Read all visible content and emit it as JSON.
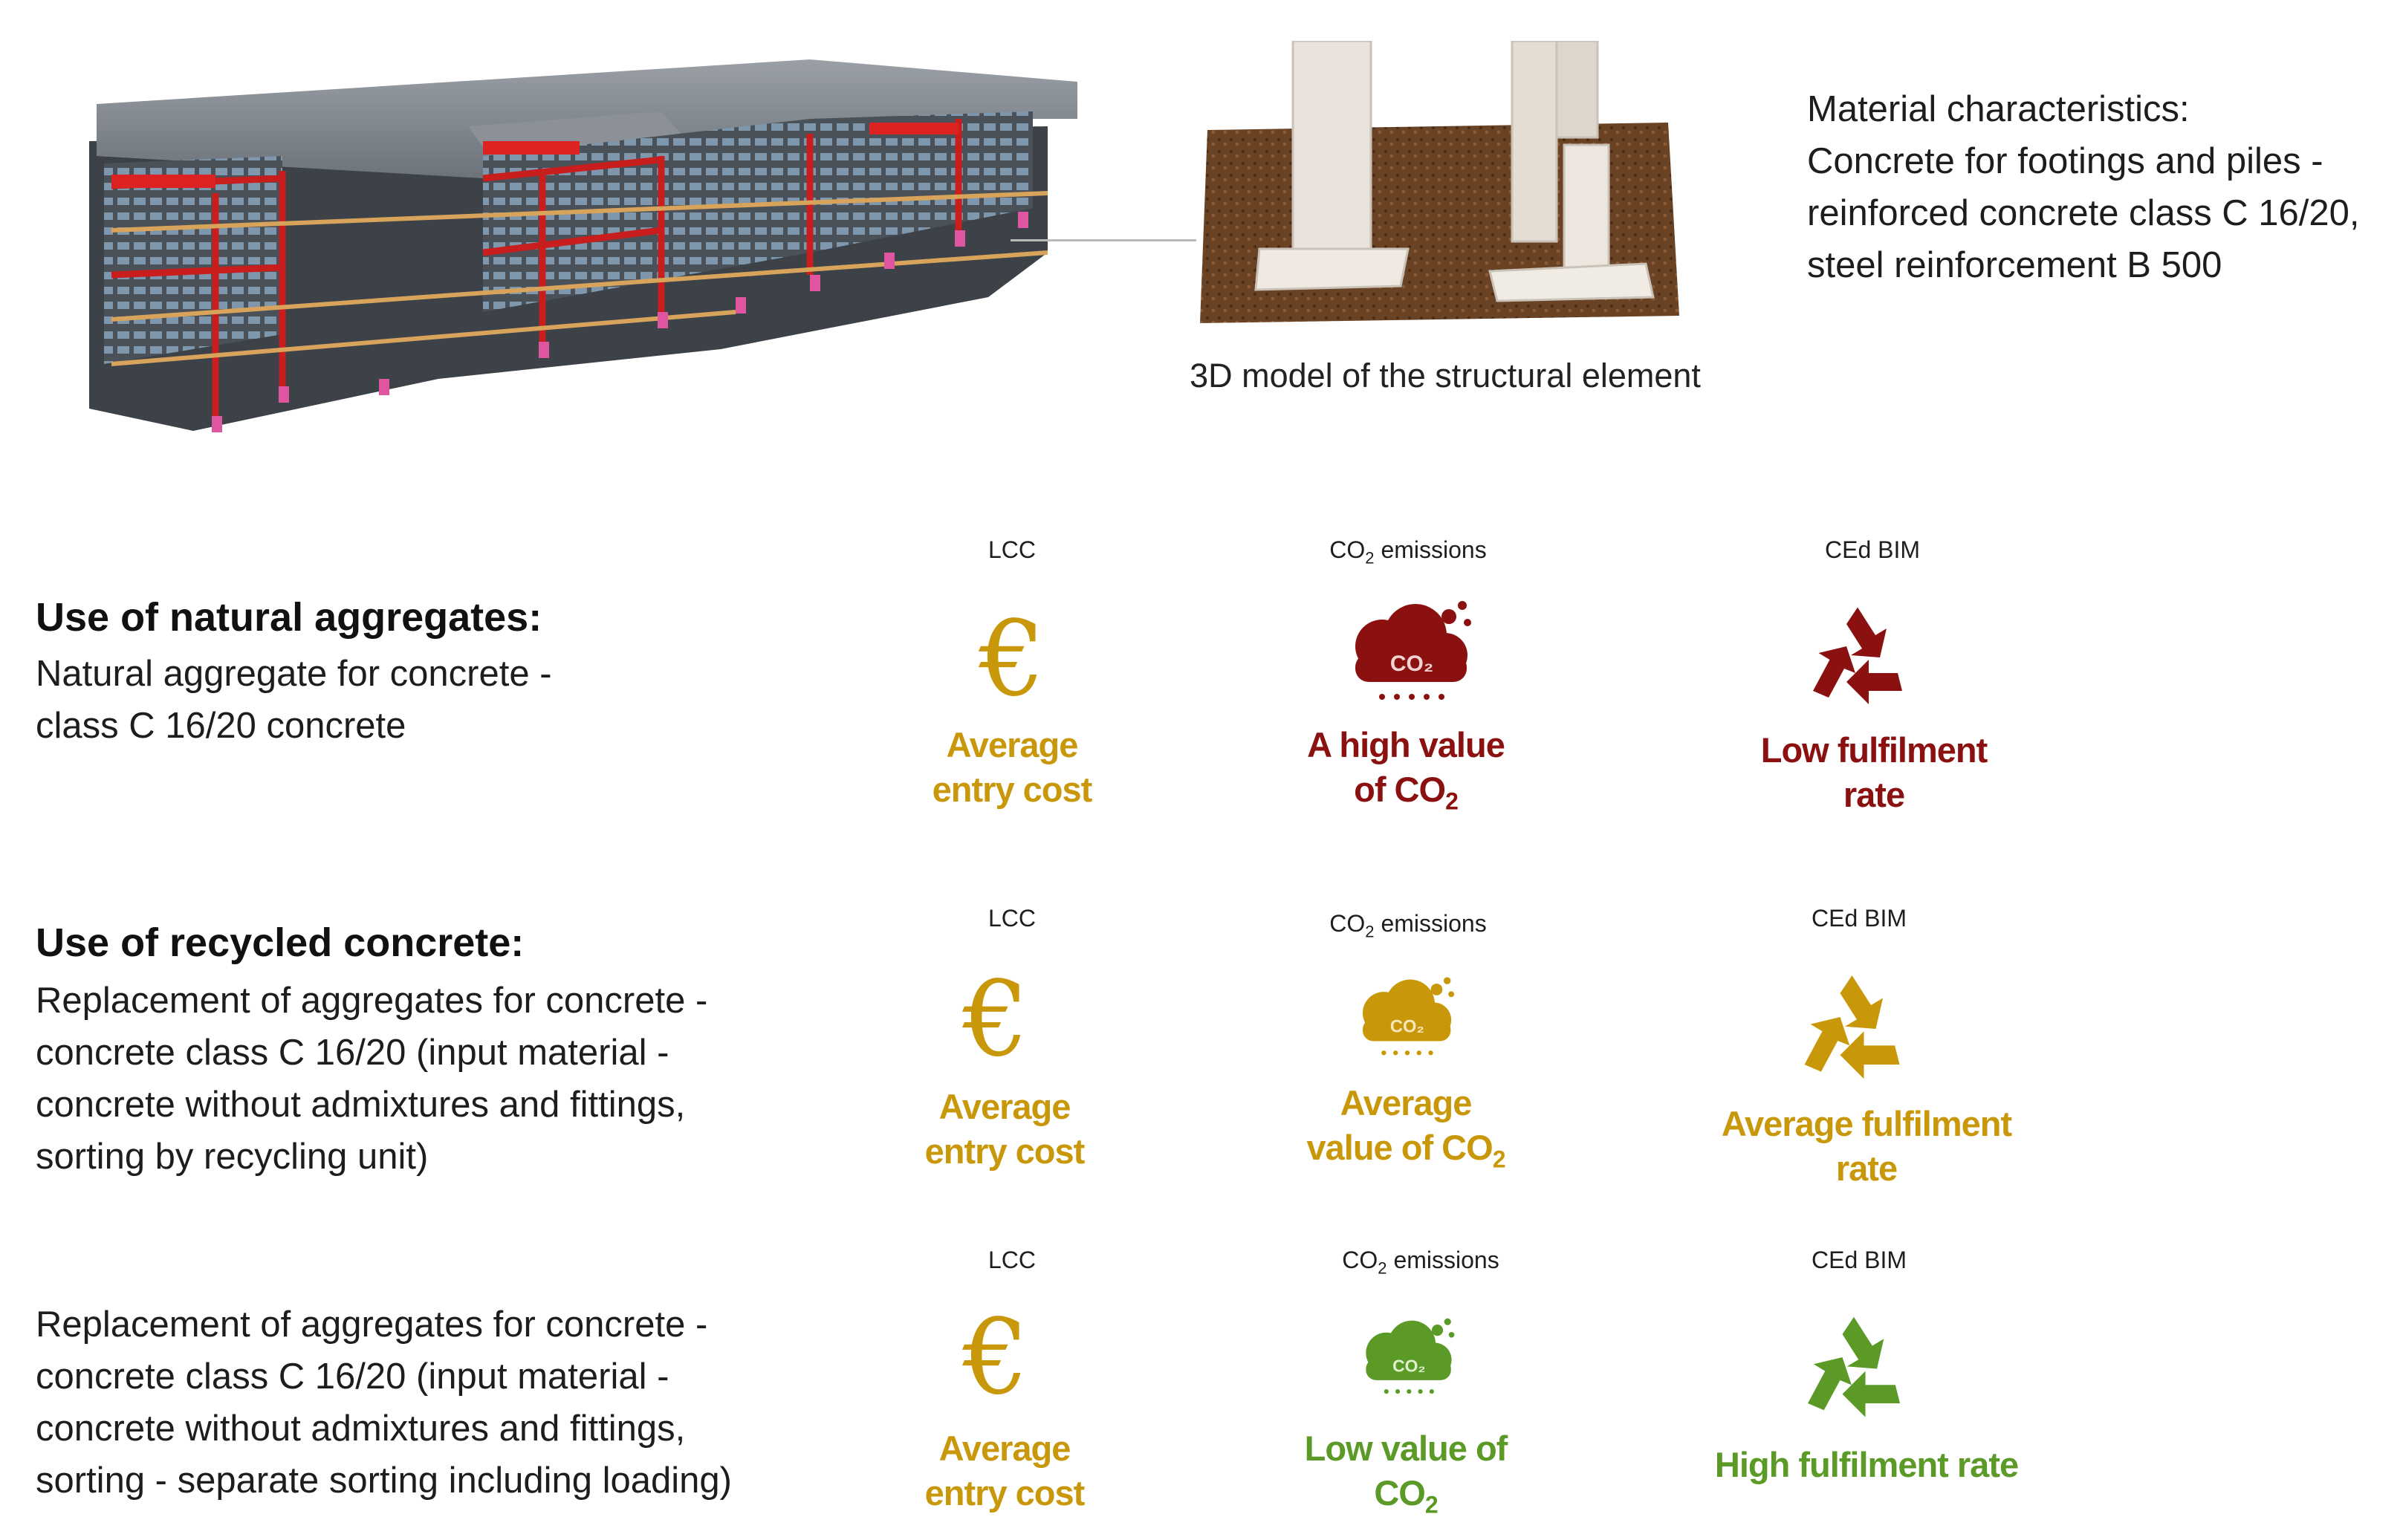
{
  "caption_3d": "3D model of the structural element",
  "material": {
    "lines": [
      "Material characteristics:",
      "Concrete for footings and piles -",
      "reinforced concrete class C 16/20,",
      "steel reinforcement B 500"
    ]
  },
  "rows": [
    {
      "heading": "Use of natural aggregates:",
      "lines": [
        "Natural aggregate for concrete -",
        "class C 16/20 concrete"
      ],
      "lcc": {
        "header": "LCC",
        "label1": "Average",
        "label2": "entry cost",
        "color": "#c9980a"
      },
      "co2": {
        "header_prefix": "CO",
        "header_sub": "2",
        "header_suffix": " emissions",
        "label1": "A high value",
        "label2_prefix": "of CO",
        "label2_sub": "2",
        "color": "#8b1111"
      },
      "ced": {
        "header": "CEd BIM",
        "label1": "Low fulfilment",
        "label2": "rate",
        "color": "#8b1111"
      }
    },
    {
      "heading": "Use of recycled concrete:",
      "lines": [
        "Replacement of aggregates for concrete -",
        "concrete class C 16/20 (input material -",
        "concrete without admixtures and fittings,",
        "sorting by recycling unit)"
      ],
      "lcc": {
        "header": "LCC",
        "label1": "Average",
        "label2": "entry cost",
        "color": "#c9980a"
      },
      "co2": {
        "header_prefix": "CO",
        "header_sub": "2",
        "header_suffix": " emissions",
        "label1": "Average",
        "label2_prefix": "value of CO",
        "label2_sub": "2",
        "color": "#c9980a"
      },
      "ced": {
        "header": "CEd BIM",
        "label1": "Average fulfilment",
        "label2": "rate",
        "color": "#c9980a"
      }
    },
    {
      "heading": "",
      "lines": [
        "Replacement of aggregates for concrete -",
        "concrete class C 16/20 (input material -",
        "concrete without admixtures and fittings,",
        "sorting - separate sorting including loading)"
      ],
      "lcc": {
        "header": "LCC",
        "label1": "Average",
        "label2": "entry cost",
        "color": "#c9980a"
      },
      "co2": {
        "header_prefix": "CO",
        "header_sub": "2",
        "header_suffix": " emissions",
        "label1": "Low value of",
        "label2_prefix": "CO",
        "label2_sub": "2",
        "color": "#5b9a26"
      },
      "ced": {
        "header": "CEd BIM",
        "label1": "High fulfilment rate",
        "label2": "",
        "color": "#5b9a26"
      }
    }
  ],
  "icons": {
    "euro_symbol": "€",
    "cloud_text": "CO₂",
    "names": [
      "euro-icon",
      "co2-cloud-icon",
      "recycle-icon"
    ]
  },
  "colors": {
    "gold": "#c9980a",
    "red": "#8b1111",
    "green": "#5b9a26"
  }
}
